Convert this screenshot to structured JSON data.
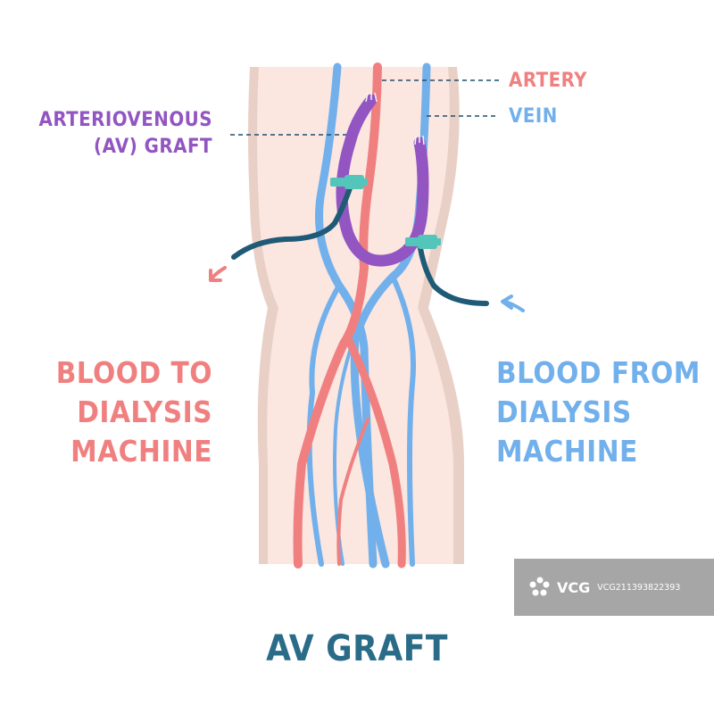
{
  "colors": {
    "artery": "#f08080",
    "vein": "#72b0ec",
    "graft": "#9255c2",
    "tube": "#1f5a76",
    "clamp": "#54c5ba",
    "skin": "#fbe6e0",
    "skin_outline": "#e9d0c6",
    "title": "#2a6b88",
    "watermark_bg": "#969696"
  },
  "labels": {
    "artery": "ARTERY",
    "vein": "VEIN",
    "graft_line1": "ARTERIOVENOUS",
    "graft_line2": "(AV) GRAFT",
    "to_machine_line1": "BLOOD TO",
    "to_machine_line2": "DIALYSIS",
    "to_machine_line3": "MACHINE",
    "from_machine_line1": "BLOOD FROM",
    "from_machine_line2": "DIALYSIS",
    "from_machine_line3": "MACHINE"
  },
  "title": "AV GRAFT",
  "watermark": {
    "brand": "VCG",
    "code": "VCG211393822393"
  }
}
